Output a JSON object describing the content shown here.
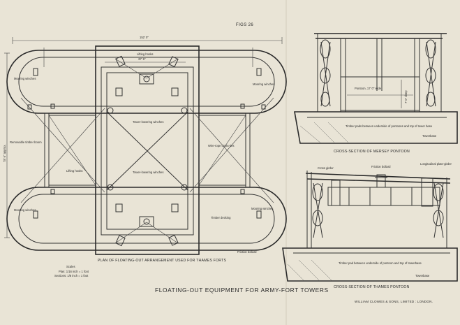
{
  "figure_number": "FIGS 26",
  "title": "FLOATING-OUT EQUIPMENT FOR ARMY-FORT TOWERS",
  "printer": "WILLIAM CLOWES & SONS, LIMITED : LONDON.",
  "plan": {
    "caption": "PLAN OF FLOATING-OUT ARRANGEMENT USED FOR THAMES FORTS",
    "overall_length": "152' 0\"",
    "overall_width": "78' 6\" approx.",
    "inner_length": "37' 6\"",
    "labels": {
      "lifting_hooks_top": "Lifting hooks",
      "mooring_winches_tl": "Mooring winches",
      "mooring_winches_tr": "Mooring winches",
      "mooring_winches_bl": "Mooring winches",
      "mooring_winches_br": "Mooring winches",
      "tower_lowering_winches_top": "Tower-lowering winches",
      "tower_lowering_winches_bottom": "Tower-lowering winches",
      "removable_timber_boom": "Removable timber boom",
      "lifting_hooks_left": "Lifting hooks",
      "wire_rope_cross_ties": "Wire-rope cross-ties",
      "timber_decking": "Timber decking",
      "friction_bollard": "Friction bollard"
    },
    "scales": {
      "heading": "Scales",
      "plan": "Plan: 1/16 inch = 1 foot",
      "sections": "Sections: 1/8 inch = 1 foot"
    }
  },
  "mersey": {
    "caption": "CROSS-SECTION OF MERSEY PONTOON",
    "pontoon": "Pontoon, 17' 0\" wide",
    "depth": "7' 0\" deep",
    "timber_pads": "Timber pads between underside of pontoons and top of tower base",
    "towerbase": "Towerbase"
  },
  "thames": {
    "caption": "CROSS-SECTION OF THAMES PONTOON",
    "cross_girder": "Cross girder",
    "friction_bollard": "Friction bollard",
    "longitudinal_girder": "Longitudinal plate-girder",
    "timber_pad": "Timber pad between underside of pontoon and top of towerbase",
    "towerbase": "Towerbase"
  }
}
